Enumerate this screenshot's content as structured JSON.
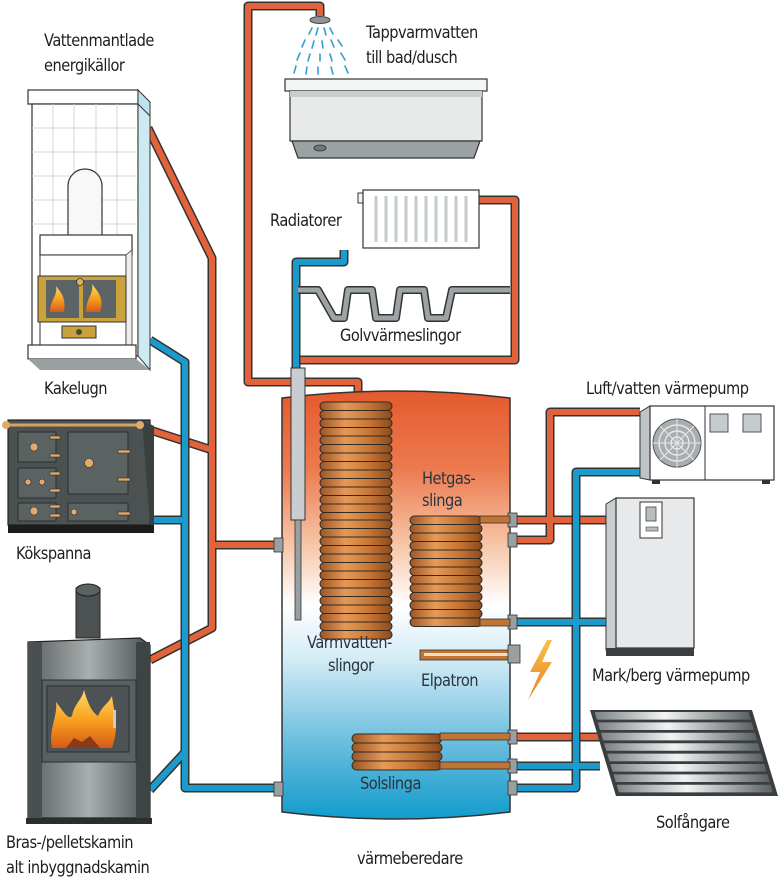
{
  "diagram": {
    "title": "värmeberedare",
    "colors": {
      "hot_pipe": "#e2633a",
      "cold_pipe": "#1b9bcb",
      "pipe_outline": "#333333",
      "tank_top": "#e8643a",
      "tank_bottom": "#1aa0d0",
      "copper_coil": "#c97a3a",
      "stove_dark": "#4a5050",
      "flame": "#f2a21e",
      "lightning": "#f0a43a"
    },
    "energy_sources": {
      "group_label_line1": "Vattenmantlade",
      "group_label_line2": "energikällor",
      "kakelugn": "Kakelugn",
      "kokspanna": "Kökspanna",
      "kamin_line1": "Bras-/pelletskamin",
      "kamin_line2": "alt inbyggnadskamin"
    },
    "consumers": {
      "tap_water_line1": "Tappvarmvatten",
      "tap_water_line2": "till bad/dusch",
      "radiators": "Radiatorer",
      "floor_heating": "Golvvärmeslingor"
    },
    "tank": {
      "hotgas_line1": "Hetgas-",
      "hotgas_line2": "slinga",
      "hot_water_coils_line1": "Varmvatten-",
      "hot_water_coils_line2": "slingor",
      "immersion_heater": "Elpatron",
      "solar_coil": "Solslinga"
    },
    "heat_pumps": {
      "air_water": "Luft/vatten värmepump",
      "ground_rock": "Mark/berg värmepump",
      "solar_collector": "Solfångare"
    }
  }
}
